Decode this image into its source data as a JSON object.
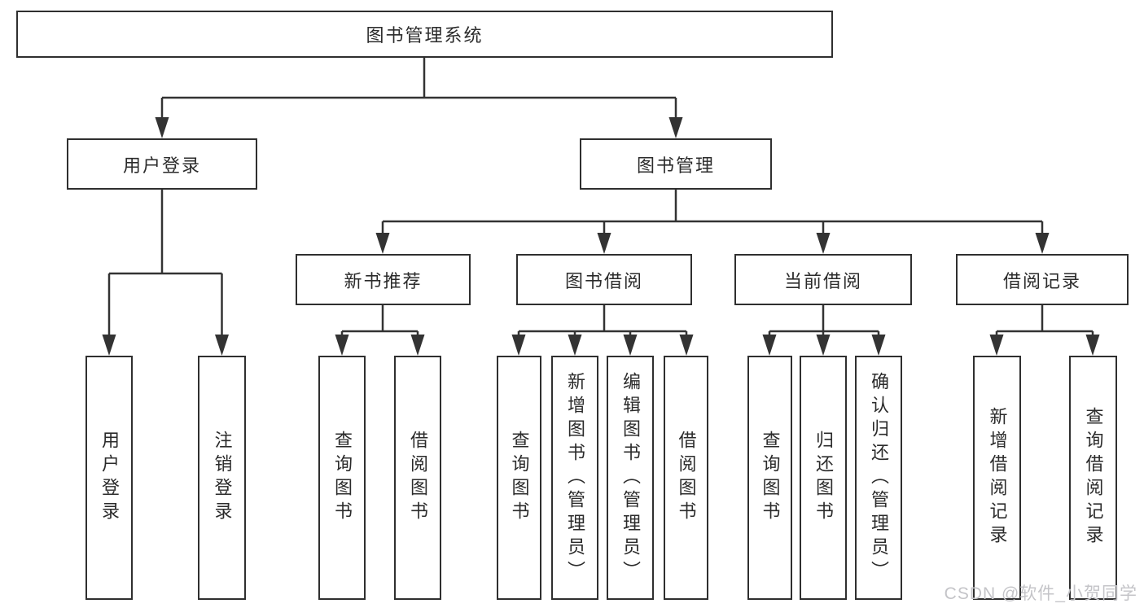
{
  "diagram": {
    "type": "hierarchy-tree",
    "root": {
      "label": "图书管理系统"
    },
    "branches": [
      {
        "label": "用户登录",
        "leaves": [
          "用户登录",
          "注销登录"
        ]
      },
      {
        "label": "图书管理",
        "groups": [
          {
            "label": "新书推荐",
            "leaves": [
              "查询图书",
              "借阅图书"
            ]
          },
          {
            "label": "图书借阅",
            "leaves": [
              "查询图书",
              "新增图书（管理员）",
              "编辑图书（管理员）",
              "借阅图书"
            ]
          },
          {
            "label": "当前借阅",
            "leaves": [
              "查询图书",
              "归还图书",
              "确认归还（管理员）"
            ]
          },
          {
            "label": "借阅记录",
            "leaves": [
              "新增借阅记录",
              "查询借阅记录"
            ]
          }
        ]
      }
    ]
  },
  "watermark": "CSDN @软件_小贺同学",
  "colors": {
    "background": "#ffffff",
    "line": "#333333",
    "box_border": "#2f2f2f",
    "text": "#2b2b2b",
    "watermark": "#c4c4c8"
  }
}
